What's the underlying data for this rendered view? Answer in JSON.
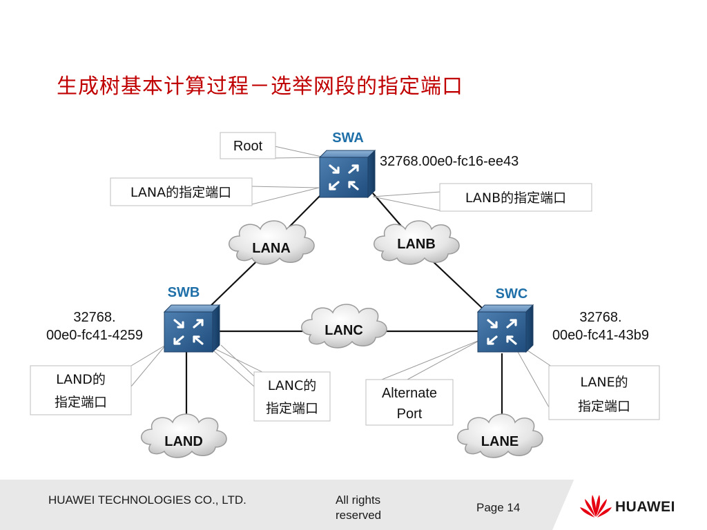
{
  "title": "生成树基本计算过程－选举网段的指定端口",
  "switches": {
    "swa": {
      "name": "SWA",
      "bridge_id": "32768.00e0-fc16-ee43"
    },
    "swb": {
      "name": "SWB",
      "bridge_id_line1": "32768.",
      "bridge_id_line2": "00e0-fc41-4259"
    },
    "swc": {
      "name": "SWC",
      "bridge_id_line1": "32768.",
      "bridge_id_line2": "00e0-fc41-43b9"
    }
  },
  "lans": {
    "lana": "LANA",
    "lanb": "LANB",
    "lanc": "LANC",
    "land": "LAND",
    "lane": "LANE"
  },
  "callouts": {
    "root": "Root",
    "lana_port": "LANA的指定端口",
    "lanb_port": "LANB的指定端口",
    "land_line1": "LAND的",
    "land_line2": "指定端口",
    "lanc_line1": "LANC的",
    "lanc_line2": "指定端口",
    "alternate_line1": "Alternate",
    "alternate_line2": "Port",
    "lane_line1": "LANE的",
    "lane_line2": "指定端口"
  },
  "colors": {
    "title": "#c00000",
    "switch_label": "#1f6fa8",
    "switch_body": "#2e5f8f"
  },
  "footer": {
    "company": "HUAWEI TECHNOLOGIES CO., LTD.",
    "rights": "All rights reserved",
    "page": "Page 14",
    "brand": "HUAWEI"
  }
}
